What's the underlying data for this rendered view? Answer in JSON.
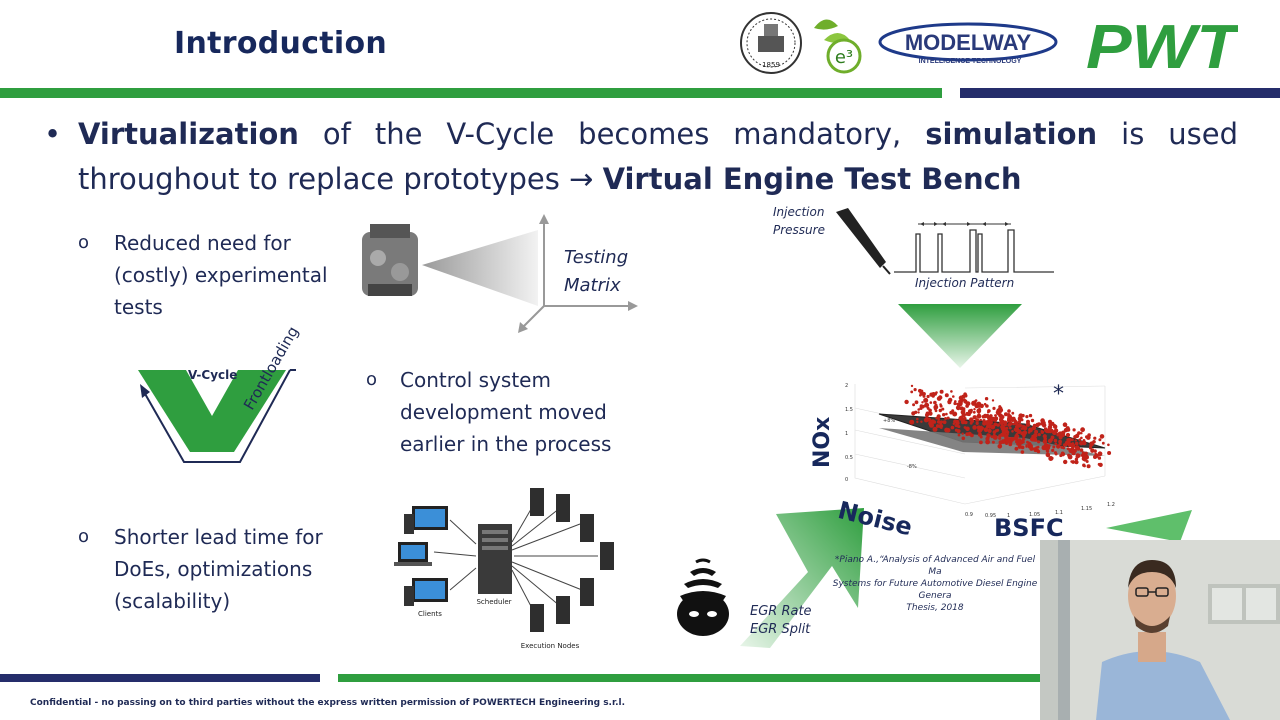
{
  "header": {
    "title": "Introduction",
    "logos": {
      "university_year": "1859",
      "e3": "e³",
      "modelway": "MODELWAY",
      "modelway_tagline": "INTELLIGENCE TECHNOLOGY",
      "pwt": "PWT"
    }
  },
  "main_bullet": {
    "p1": "Virtualization",
    "p2": " of the V-Cycle becomes mandatory, ",
    "p3": "simulation",
    "p4": " is used throughout to replace prototypes ",
    "arrow": "→",
    "p5": "Virtual Engine Test Bench"
  },
  "sub_bullets": [
    {
      "marker": "o",
      "line1": "Reduced need for",
      "line2": "(costly) experimental",
      "line3": "tests"
    },
    {
      "marker": "o",
      "line1": "Control system",
      "line2": "development moved",
      "line3": "earlier in the process"
    },
    {
      "marker": "o",
      "line1": "Shorter lead time for",
      "line2": "DoEs, optimizations",
      "line3": "(scalability)"
    }
  ],
  "testing_matrix": {
    "line1": "Testing",
    "line2": "Matrix"
  },
  "vcycle": {
    "label": "V-Cycle",
    "frontloading": "Frontloading"
  },
  "network": {
    "clients": "Clients",
    "scheduler": "Scheduler",
    "execution_nodes": "Execution Nodes"
  },
  "injection": {
    "label_line1": "Injection",
    "label_line2": "Pressure",
    "pattern": "Injection Pattern"
  },
  "plot3d": {
    "zlabel": "NOx",
    "xlabel": "Noise",
    "ylabel": "BSFC",
    "star": "*",
    "z_ticks": [
      "2",
      "1.5",
      "1",
      "0.5",
      "0"
    ],
    "x_ticks": [
      "0.9",
      "0.95",
      "1",
      "1.05",
      "1.1",
      "1.15",
      "1.2"
    ],
    "plane_labels": [
      "+8%",
      "-8%"
    ]
  },
  "citation": {
    "line1": "*Piano A.,“Analysis of Advanced Air and Fuel Ma",
    "line2": "Systems for Future Automotive Diesel Engine Genera",
    "line3": "Thesis, 2018"
  },
  "egr": {
    "rate": "EGR Rate",
    "split": "EGR Split"
  },
  "footer": {
    "text": "Confidential - no passing on to third parties without the express written permission of POWERTECH Engineering s.r.l."
  },
  "colors": {
    "green": "#2f9e3f",
    "navy": "#252d6b",
    "text": "#1f2a55",
    "scatter": "#c0231a"
  }
}
